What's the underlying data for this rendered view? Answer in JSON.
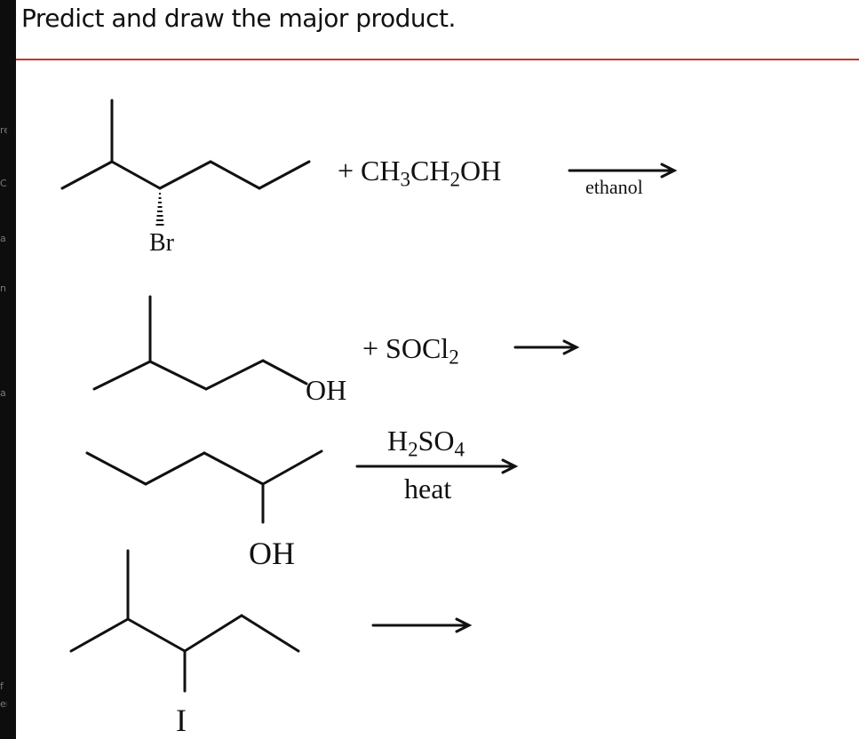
{
  "page": {
    "title": "Predict and draw the major product.",
    "rule_color": "#c0392b",
    "strip_glyphs": [
      "re",
      "C",
      "a",
      "n",
      "a",
      "f",
      "er"
    ]
  },
  "reactions": [
    {
      "id": "r1",
      "substituent_label": "Br",
      "reagent_prefix": "+ ",
      "reagent_parts": [
        "CH",
        "3",
        "CH",
        "2",
        "OH"
      ],
      "condition_below": "ethanol"
    },
    {
      "id": "r2",
      "substituent_label": "OH",
      "reagent_prefix": "+ ",
      "reagent_parts": [
        "SOCl",
        "2"
      ]
    },
    {
      "id": "r3",
      "substituent_label": "OH",
      "condition_above_parts": [
        "H",
        "2",
        "SO",
        "4"
      ],
      "condition_below": "heat"
    },
    {
      "id": "r4",
      "substituent_label": "I"
    }
  ]
}
